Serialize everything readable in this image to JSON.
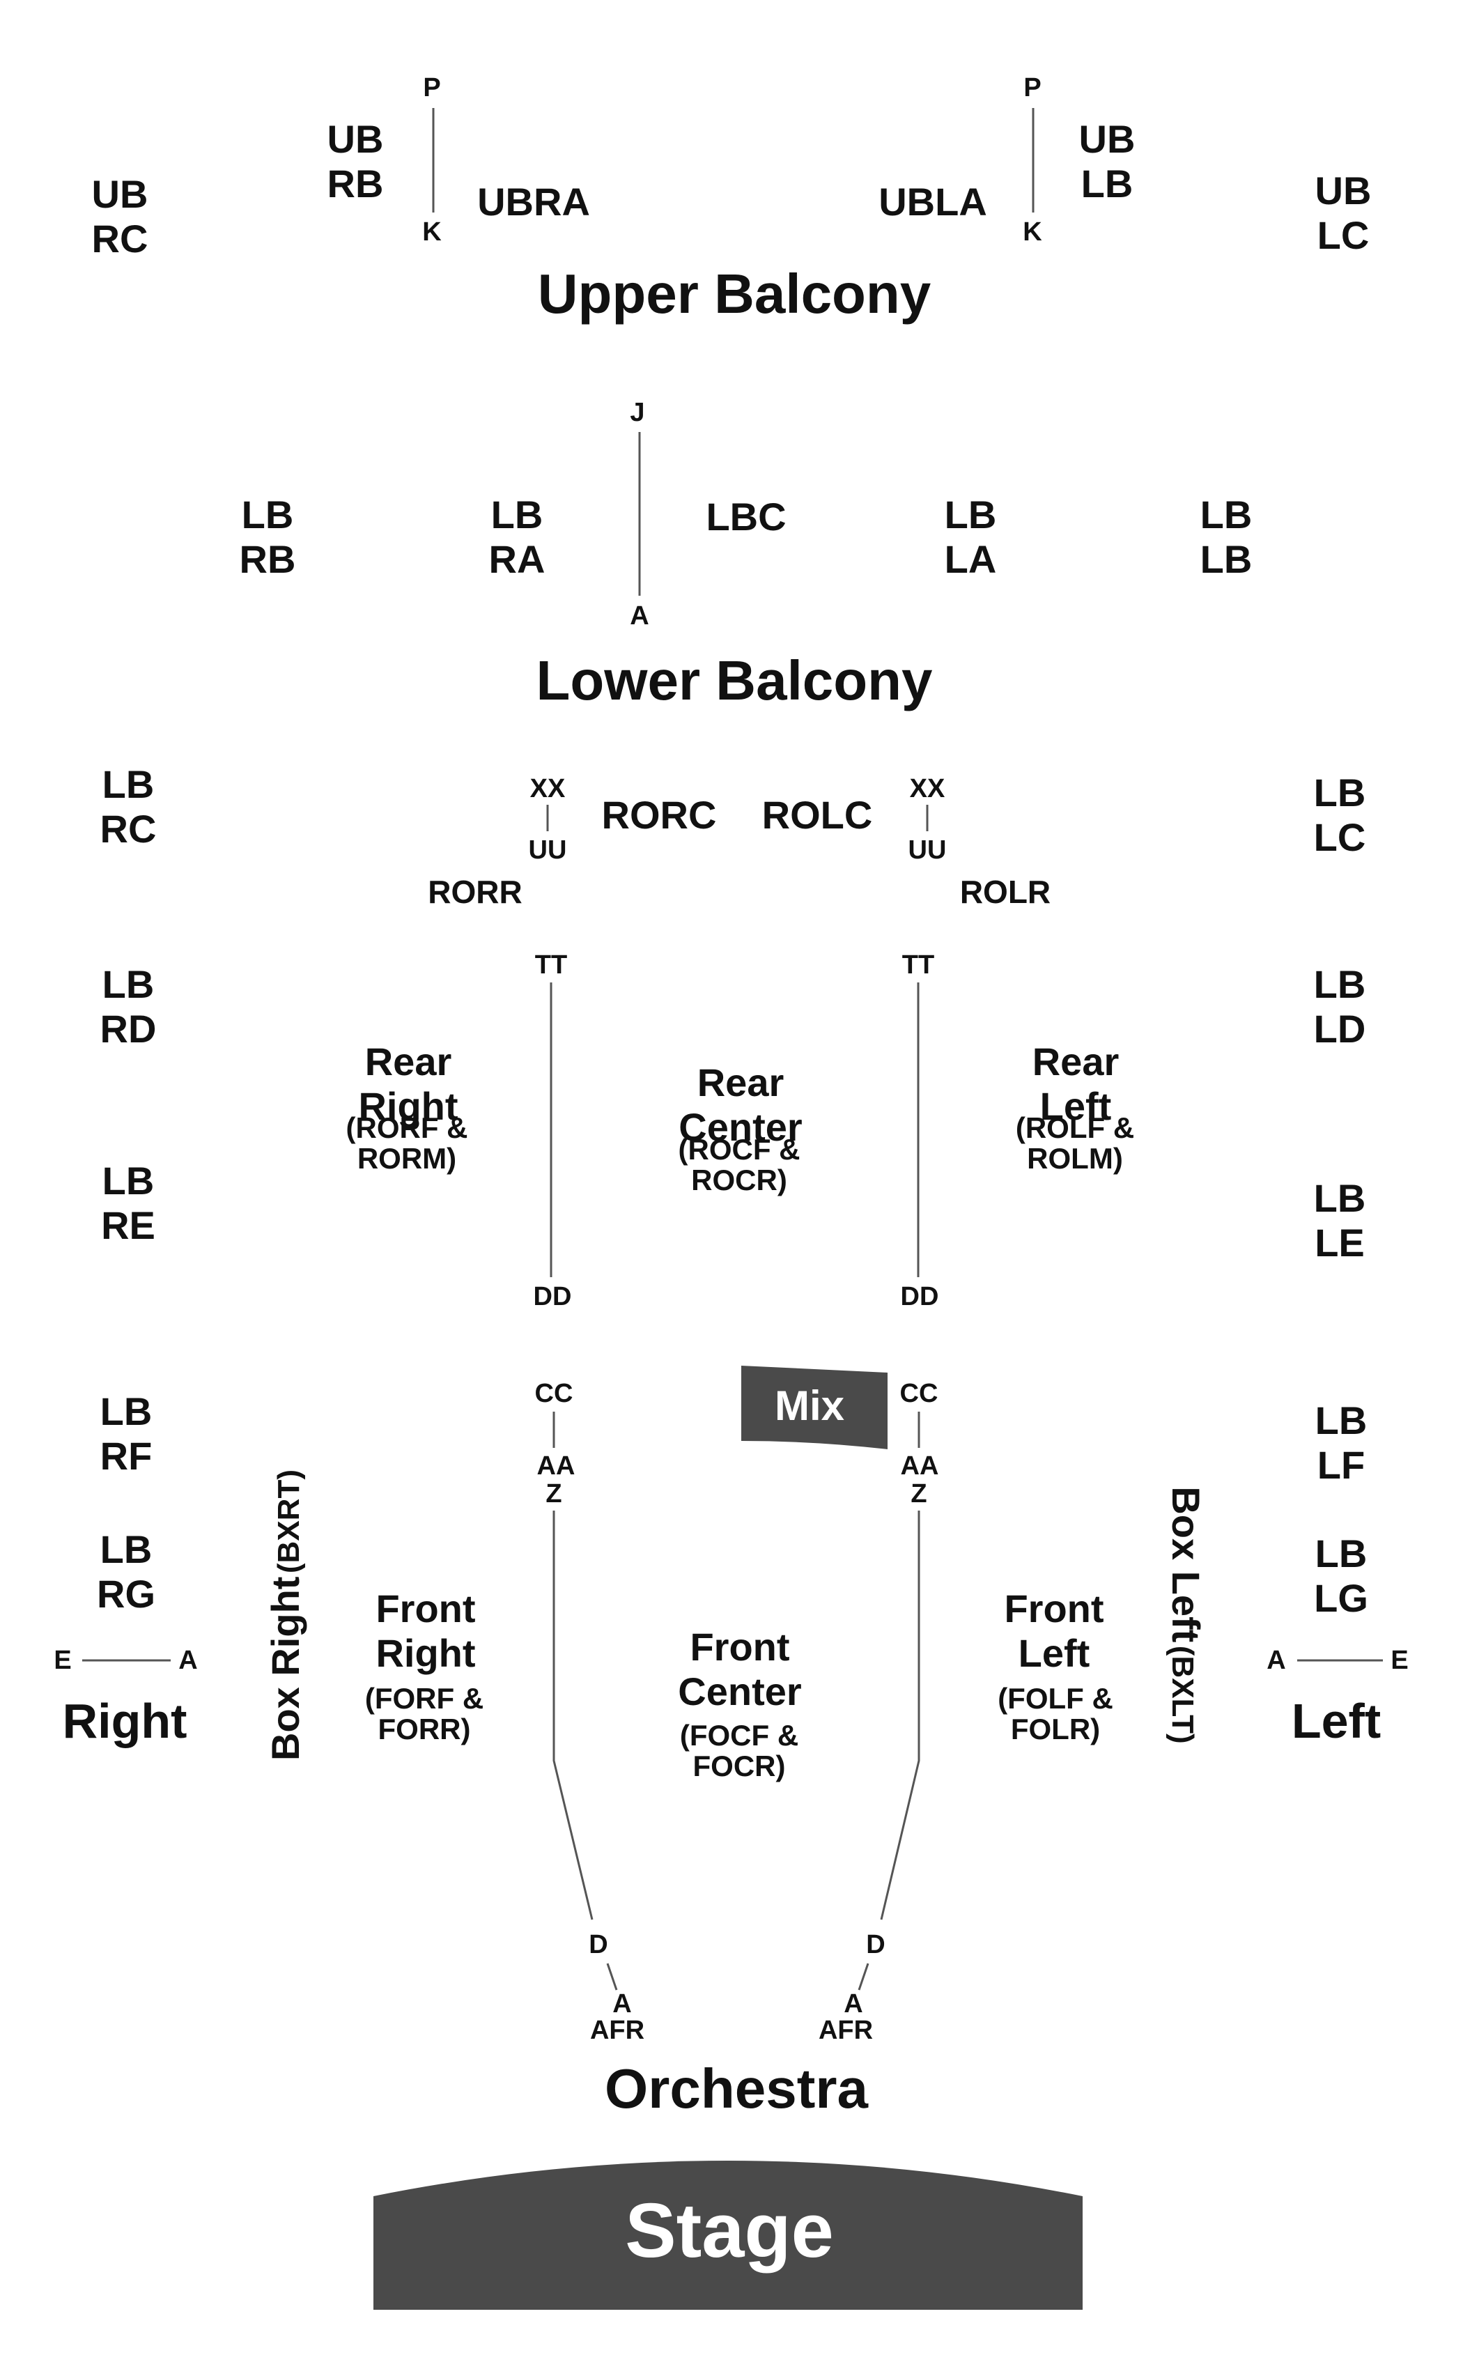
{
  "colors": {
    "text": "#111111",
    "line": "#555555",
    "fill": "#4a4a4a",
    "fill_text": "#ffffff"
  },
  "upper_balcony": {
    "title": "Upper Balcony",
    "ub_rc": "UB\nRC",
    "ub_rb": "UB\nRB",
    "ubra": "UBRA",
    "ubla": "UBLA",
    "ub_lb": "UB\nLB",
    "ub_lc": "UB\nLC",
    "right_row_top": "P",
    "right_row_bottom": "K",
    "left_row_top": "P",
    "left_row_bottom": "K"
  },
  "lower_balcony": {
    "title": "Lower Balcony",
    "lb_rb": "LB\nRB",
    "lb_ra": "LB\nRA",
    "lbc": "LBC",
    "lb_la": "LB\nLA",
    "lb_lb": "LB\nLB",
    "row_top": "J",
    "row_bottom": "A",
    "lb_rc": "LB\nRC",
    "lb_lc": "LB\nLC",
    "lb_rd": "LB\nRD",
    "lb_ld": "LB\nLD",
    "lb_re": "LB\nRE",
    "lb_le": "LB\nLE",
    "lb_rf": "LB\nRF",
    "lb_lf": "LB\nLF",
    "lb_rg": "LB\nRG",
    "lb_lg": "LB\nLG"
  },
  "rear": {
    "rorc": "RORC",
    "rolc": "ROLC",
    "rorr": "RORR",
    "rolr": "ROLR",
    "right_xx": "XX",
    "right_uu": "UU",
    "left_xx": "XX",
    "left_uu": "UU",
    "right_tt": "TT",
    "right_dd": "DD",
    "left_tt": "TT",
    "left_dd": "DD",
    "rear_right": "Rear\nRight",
    "rear_right_sub": "(RORF &\nRORM)",
    "rear_center": "Rear\nCenter",
    "rear_center_sub": "(ROCF &\nROCR)",
    "rear_left": "Rear\nLeft",
    "rear_left_sub": "(ROLF &\nROLM)"
  },
  "mix": "Mix",
  "front": {
    "right_cc": "CC",
    "right_aa": "AA",
    "right_z": "Z",
    "right_d": "D",
    "right_a": "A",
    "right_afr": "AFR",
    "left_cc": "CC",
    "left_aa": "AA",
    "left_z": "Z",
    "left_d": "D",
    "left_a": "A",
    "left_afr": "AFR",
    "front_right": "Front\nRight",
    "front_right_sub": "(FORF &\nFORR)",
    "front_center": "Front\nCenter",
    "front_center_sub": "(FOCF &\nFOCR)",
    "front_left": "Front\nLeft",
    "front_left_sub": "(FOLF &\nFOLR)"
  },
  "boxes": {
    "box_right": "Box Right",
    "box_right_code": "(BXRT)",
    "box_left": "Box Left",
    "box_left_code": "(BXLT)",
    "right": "Right",
    "right_row_e": "E",
    "right_row_a": "A",
    "left": "Left",
    "left_row_a": "A",
    "left_row_e": "E"
  },
  "orchestra": "Orchestra",
  "stage": "Stage"
}
